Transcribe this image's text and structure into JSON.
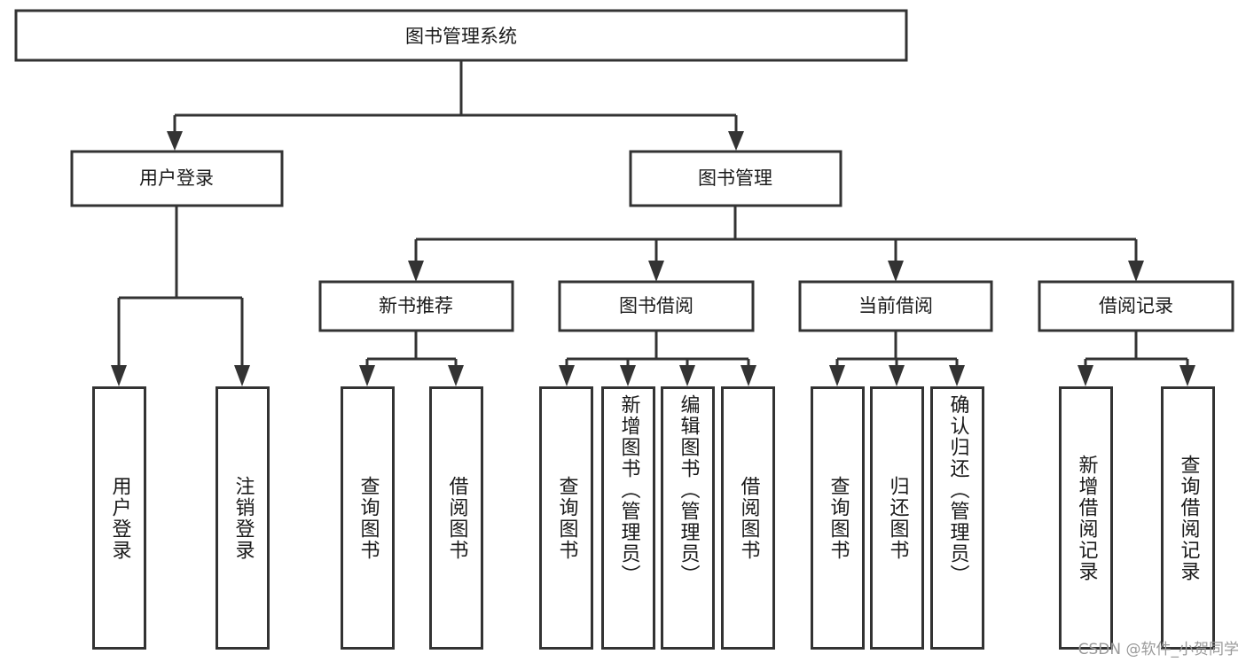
{
  "diagram": {
    "title": "图书管理系统",
    "type": "tree-hierarchy",
    "colors": {
      "box_stroke": "#333333",
      "box_fill": "#ffffff",
      "connector": "#333333",
      "text": "#1a1a1a",
      "watermark": "#9a9a9a",
      "background": "#ffffff"
    },
    "root": {
      "label": "图书管理系统"
    },
    "level2": [
      {
        "label": "用户登录"
      },
      {
        "label": "图书管理"
      }
    ],
    "level3": [
      {
        "label": "新书推荐"
      },
      {
        "label": "图书借阅"
      },
      {
        "label": "当前借阅"
      },
      {
        "label": "借阅记录"
      }
    ],
    "leaves": {
      "user_login": [
        {
          "label": "用户登录"
        },
        {
          "label": "注销登录"
        }
      ],
      "new_book": [
        {
          "label": "查询图书"
        },
        {
          "label": "借阅图书"
        }
      ],
      "book_borrow": [
        {
          "label": "查询图书"
        },
        {
          "label": "新增图书（管理员）"
        },
        {
          "label": "编辑图书（管理员）"
        },
        {
          "label": "借阅图书"
        }
      ],
      "current_borrow": [
        {
          "label": "查询图书"
        },
        {
          "label": "归还图书"
        },
        {
          "label": "确认归还（管理员）"
        }
      ],
      "borrow_record": [
        {
          "label": "新增借阅记录"
        },
        {
          "label": "查询借阅记录"
        }
      ]
    }
  },
  "watermark": {
    "text": "CSDN @软件_小贺同学"
  }
}
